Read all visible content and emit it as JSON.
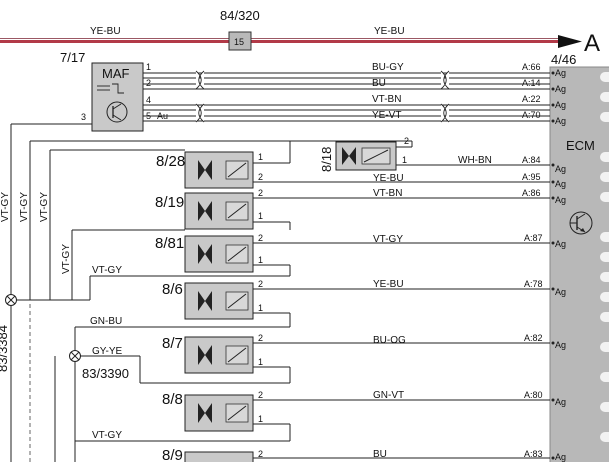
{
  "bus": {
    "ref": "84/320",
    "fuse": "15",
    "wire_left": "YE-BU",
    "wire_right": "YE-BU",
    "arrow_label": "A",
    "color": "#b23a48"
  },
  "ecm": {
    "ref": "4/46",
    "label": "ECM"
  },
  "maf": {
    "ref": "7/17",
    "label": "MAF",
    "pins": [
      "1",
      "2",
      "4",
      "5",
      "3"
    ],
    "pin5_note": "Au"
  },
  "wires": [
    {
      "color": "BU-GY",
      "pin": "A:66"
    },
    {
      "color": "BU",
      "pin": "A:14"
    },
    {
      "color": "VT-BN",
      "pin": "A:22"
    },
    {
      "color": "YE-VT",
      "pin": "A:70"
    },
    {
      "color": "WH-BN",
      "pin": "A:84"
    },
    {
      "color": "YE-BU",
      "pin": "A:95"
    },
    {
      "color": "VT-BN",
      "pin": "A:86"
    },
    {
      "color": "VT-GY",
      "pin": "A:87"
    },
    {
      "color": "YE-BU",
      "pin": "A:78"
    },
    {
      "color": "BU-OG",
      "pin": "A:82"
    },
    {
      "color": "GN-VT",
      "pin": "A:80"
    },
    {
      "color": "BU",
      "pin": "A:83"
    }
  ],
  "pin_suffix": "Ag",
  "injectors": [
    {
      "ref": "8/28",
      "pin_a": "1",
      "pin_b": "2"
    },
    {
      "ref": "8/19",
      "pin_a": "2",
      "pin_b": "1"
    },
    {
      "ref": "8/81",
      "pin_a": "2",
      "pin_b": "1"
    },
    {
      "ref": "8/6",
      "pin_a": "2",
      "pin_b": "1"
    },
    {
      "ref": "8/7",
      "pin_a": "2",
      "pin_b": "1"
    },
    {
      "ref": "8/8",
      "pin_a": "2",
      "pin_b": "1"
    },
    {
      "ref": "8/9",
      "pin_a": "2"
    }
  ],
  "valve": {
    "ref": "8/18",
    "pin_a": "2",
    "pin_b": "1"
  },
  "ground_wires": [
    "VT-GY",
    "VT-GY",
    "VT-GY",
    "VT-GY",
    "VT-GY",
    "GN-BU",
    "GY-YE",
    "VT-GY"
  ],
  "splices": [
    {
      "ref": "83/3384"
    },
    {
      "ref": "83/3390"
    }
  ]
}
